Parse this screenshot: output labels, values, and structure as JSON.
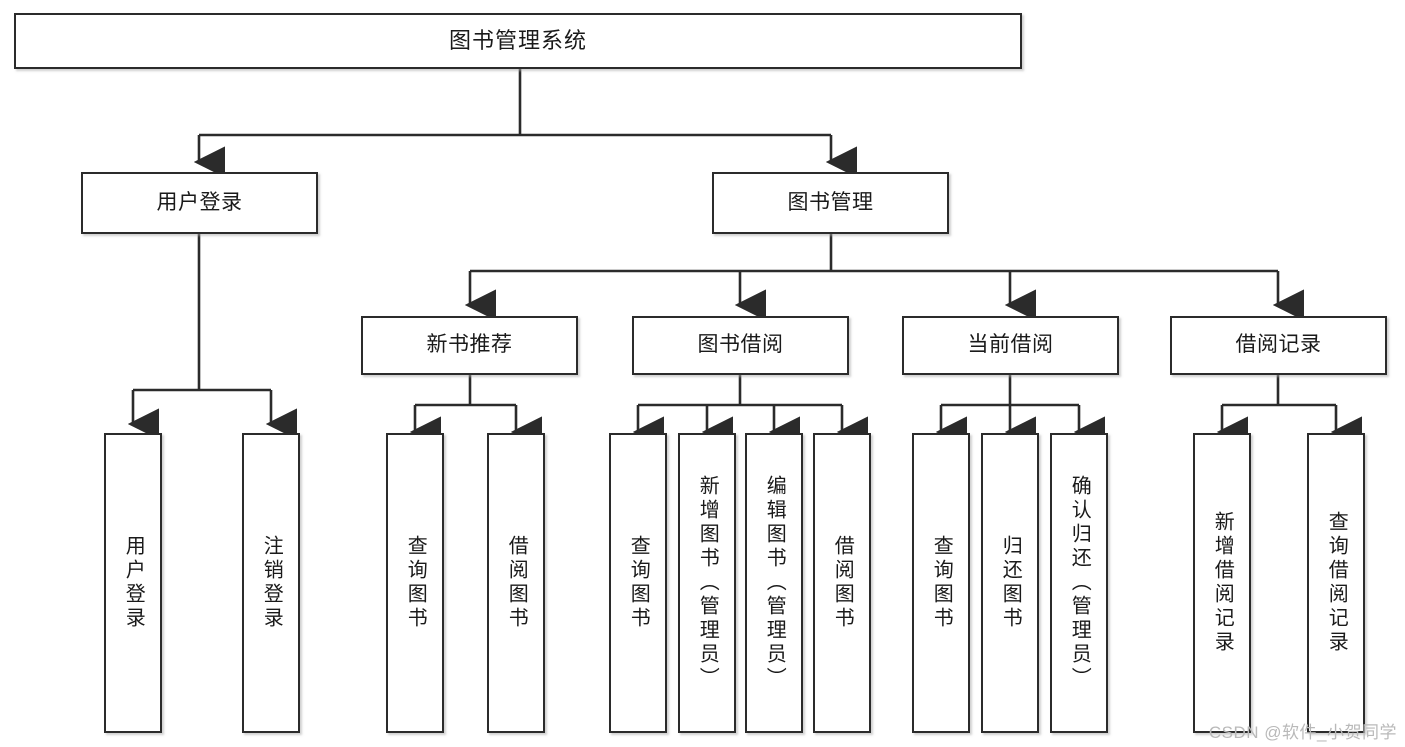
{
  "diagram": {
    "title": "图书管理系统",
    "type": "功能结构图",
    "root": {
      "label": "图书管理系统"
    },
    "level2": [
      {
        "label": "用户登录"
      },
      {
        "label": "图书管理"
      }
    ],
    "level3": [
      {
        "label": "新书推荐"
      },
      {
        "label": "图书借阅"
      },
      {
        "label": "当前借阅"
      },
      {
        "label": "借阅记录"
      }
    ],
    "leaves": {
      "user_login": [
        {
          "label": "用户登录"
        },
        {
          "label": "注销登录"
        }
      ],
      "new_book_recommend": [
        {
          "label": "查询图书"
        },
        {
          "label": "借阅图书"
        }
      ],
      "book_borrow": [
        {
          "label": "查询图书"
        },
        {
          "label": "新增图书（管理员）"
        },
        {
          "label": "编辑图书（管理员）"
        },
        {
          "label": "借阅图书"
        }
      ],
      "current_borrow": [
        {
          "label": "查询图书"
        },
        {
          "label": "归还图书"
        },
        {
          "label": "确认归还（管理员）"
        }
      ],
      "borrow_record": [
        {
          "label": "新增借阅记录"
        },
        {
          "label": "查询借阅记录"
        }
      ]
    }
  },
  "watermark": {
    "text": "CSDN @软件_小贺同学"
  },
  "colors": {
    "border": "#2b2b2b",
    "fill": "#ffffff",
    "text": "#1a1a1a",
    "edge": "#2b2b2b",
    "watermark": "#b9b9b9"
  }
}
